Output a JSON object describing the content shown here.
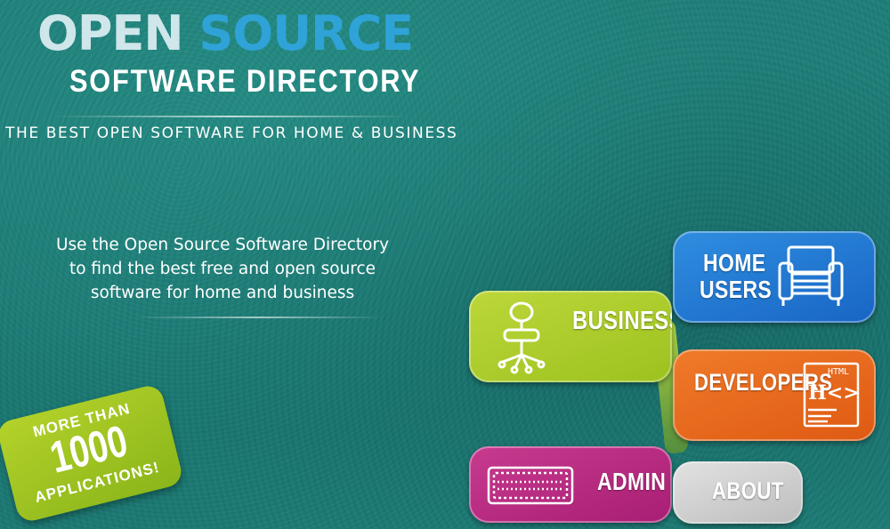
{
  "header": {
    "logo_word1": "OPEN",
    "logo_word2": "SOURCE",
    "subtitle": "SOFTWARE DIRECTORY",
    "tagline": "THE BEST OPEN SOFTWARE FOR HOME & BUSINESS"
  },
  "intro": {
    "line1": "Use the Open Source Software Directory",
    "line2": "to find the best free and open source",
    "line3": "software for home and business"
  },
  "badge": {
    "line1": "MORE THAN",
    "line2": "1000",
    "line3": "APPLICATIONS!"
  },
  "tiles": {
    "business": {
      "label": "BUSINESS",
      "icon": "office-chair-icon",
      "color": "#a8c828"
    },
    "home_users": {
      "label_line1": "HOME",
      "label_line2": "USERS",
      "icon": "armchair-icon",
      "color": "#2277d4"
    },
    "developers": {
      "label": "DEVELOPERS",
      "icon": "html-code-icon",
      "icon_text_html": "HTML",
      "icon_text_h": "H<>",
      "color": "#e86a1e"
    },
    "admin": {
      "label": "ADMIN",
      "icon": "keyboard-icon",
      "color": "#b82a80"
    },
    "about": {
      "label": "ABOUT",
      "color": "#cfcfcf"
    }
  },
  "colors": {
    "background": "#1e7e78",
    "logo_source": "#2fa3d8",
    "logo_open": "#cfe6ea"
  }
}
